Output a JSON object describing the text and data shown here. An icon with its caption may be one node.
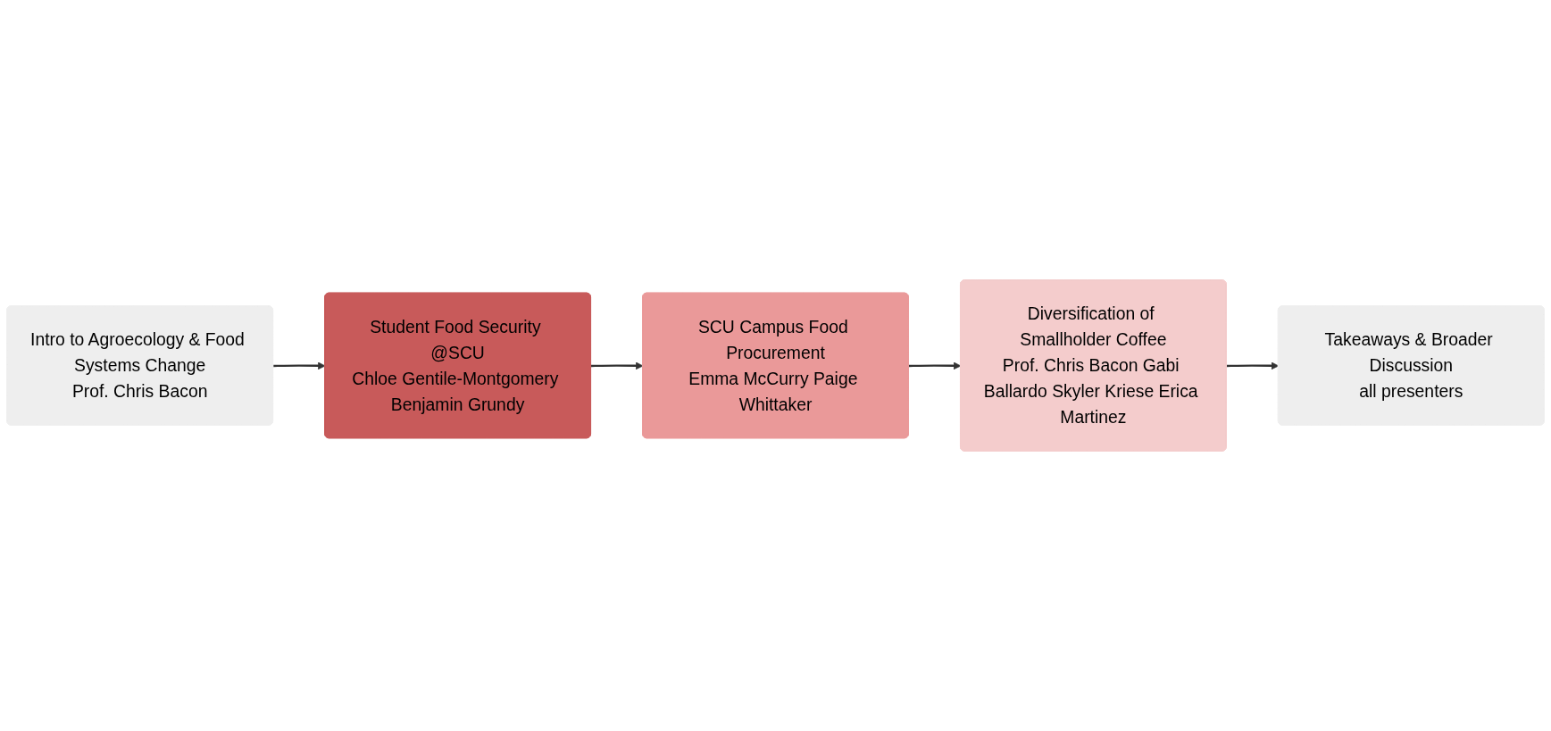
{
  "diagram": {
    "nodes": [
      {
        "text": [
          "Intro to Agroecology & Food Systems Change",
          "Prof. Chris Bacon"
        ]
      },
      {
        "text": [
          "Student Food Security @SCU",
          "Chloe Gentile-Montgomery Benjamin Grundy"
        ]
      },
      {
        "text": [
          "SCU Campus Food Procurement",
          "Emma McCurry Paige Whittaker"
        ]
      },
      {
        "text": [
          "Diversification of Smallholder Coffee",
          "Prof. Chris Bacon Gabi Ballardo Skyler Kriese Erica Martinez"
        ]
      },
      {
        "text": [
          "Takeaways & Broader Discussion",
          "all presenters"
        ]
      }
    ],
    "edges": [
      {
        "from": 0,
        "to": 1,
        "arrow": "to"
      },
      {
        "from": 1,
        "to": 2,
        "arrow": "to"
      },
      {
        "from": 2,
        "to": 3,
        "arrow": "to"
      },
      {
        "from": 3,
        "to": 4,
        "arrow": "to"
      }
    ]
  }
}
